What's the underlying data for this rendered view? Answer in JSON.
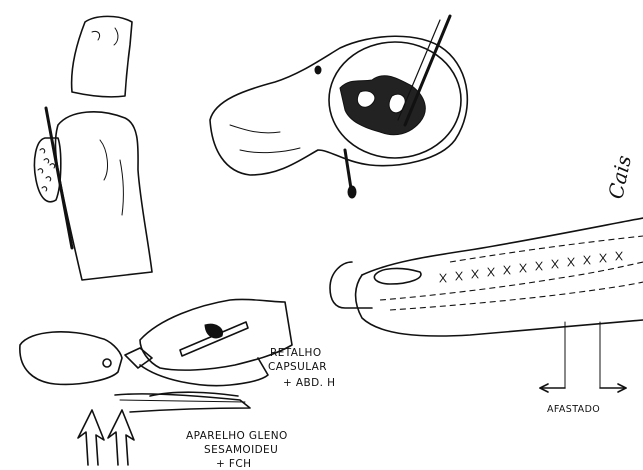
{
  "labels": {
    "retalho_line1": "RETALHO",
    "retalho_line2": "CAPSULAR",
    "retalho_line3": "+ ABD. H",
    "aparelho_line1": "APARELHO  GLENO",
    "aparelho_line2": "SESAMOIDEU",
    "aparelho_line3": "+ FCH",
    "afastado": "AFASTADO"
  },
  "signature": {
    "text": "Cais"
  },
  "colors": {
    "ink": "#111111",
    "paper": "#ffffff"
  }
}
